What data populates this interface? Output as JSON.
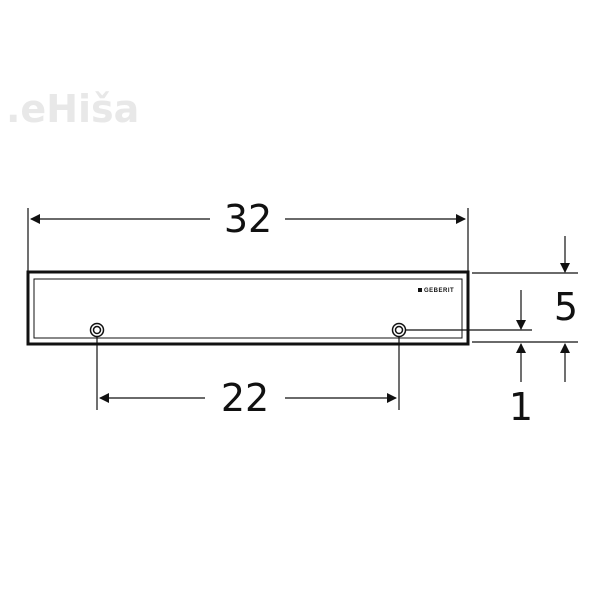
{
  "watermark": {
    "text": ".eHiša"
  },
  "brand": {
    "logo_text": "GEBERIT"
  },
  "dimensions": {
    "total_width": "32",
    "hole_spacing": "22",
    "height": "5",
    "offset": "1"
  },
  "colors": {
    "line": "#111111",
    "panel_fill": "#ffffff",
    "watermark": "#e8e8e8"
  }
}
